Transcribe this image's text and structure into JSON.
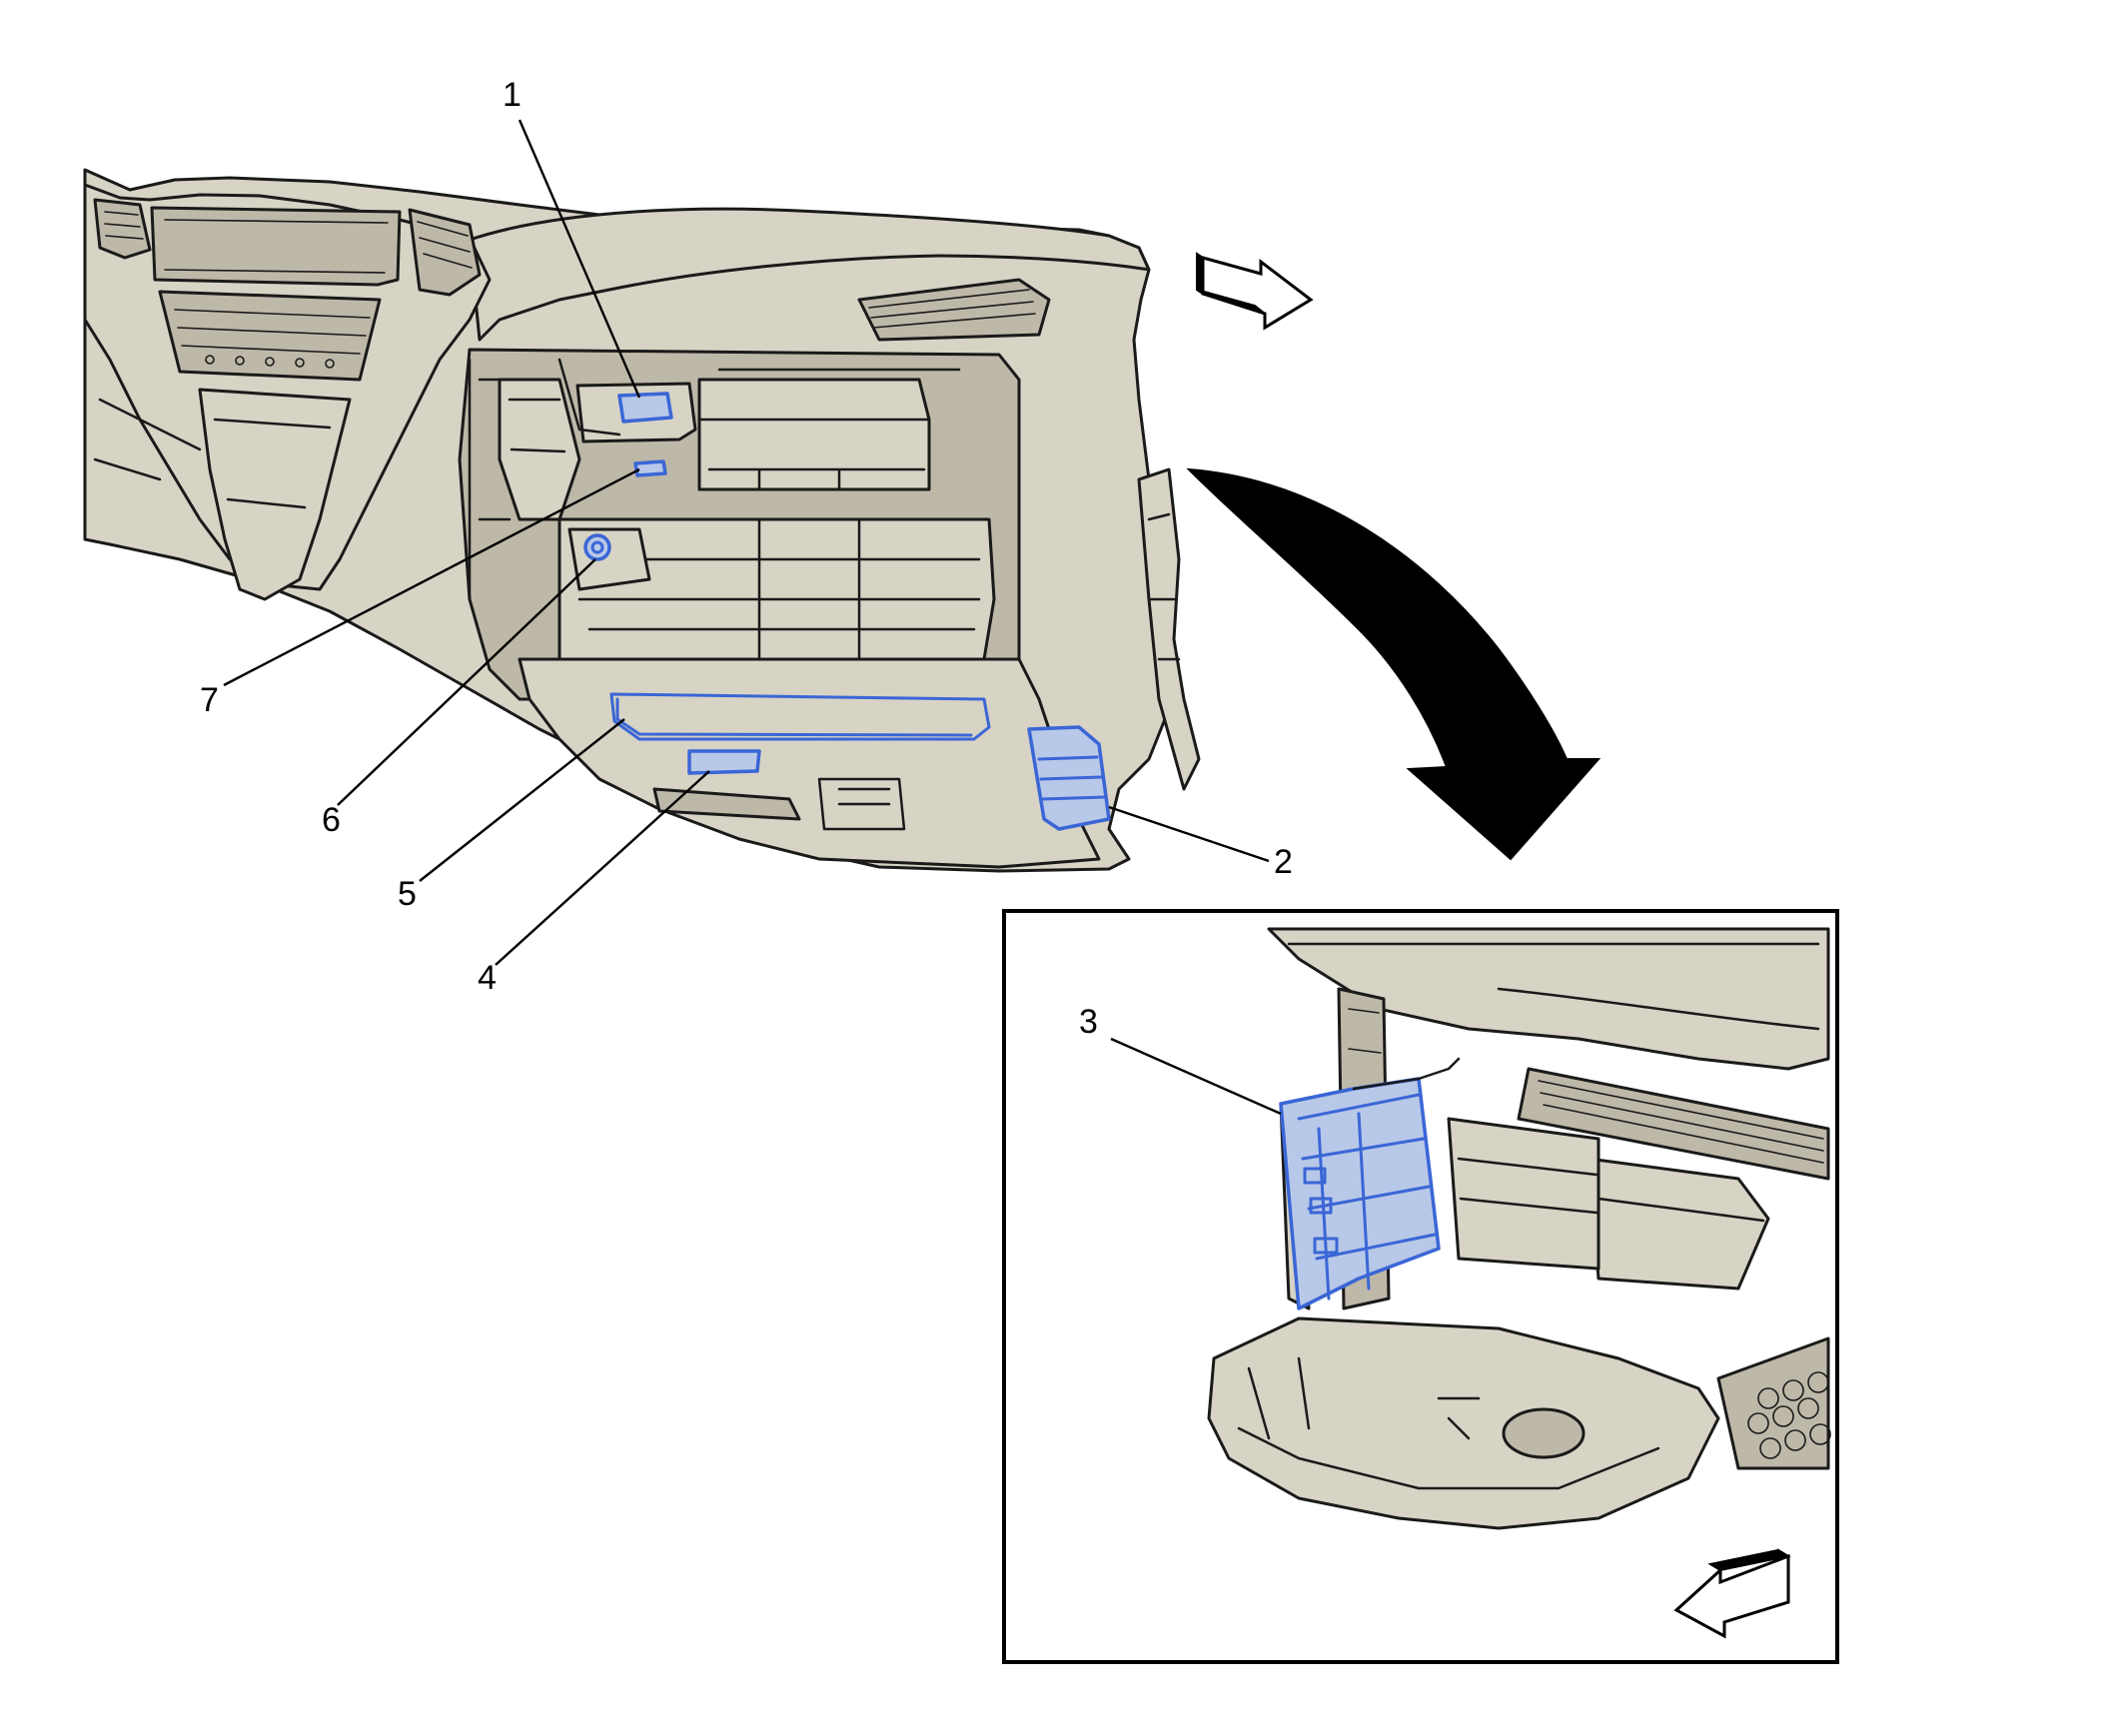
{
  "callouts": [
    {
      "id": "1",
      "label": "1"
    },
    {
      "id": "2",
      "label": "2"
    },
    {
      "id": "3",
      "label": "3"
    },
    {
      "id": "4",
      "label": "4"
    },
    {
      "id": "5",
      "label": "5"
    },
    {
      "id": "6",
      "label": "6"
    },
    {
      "id": "7",
      "label": "7"
    }
  ],
  "colors": {
    "component_fill": "#d7d3c5",
    "highlight_fill": "#b8c8e8",
    "highlight_stroke": "#3a66d6",
    "outline": "#1a1a1a",
    "background": "#ffffff"
  },
  "icons": {
    "forward_arrow": "hollow-arrow-right-icon",
    "motion_arrow": "curved-arrow-down-icon",
    "back_arrow": "hollow-arrow-left-icon"
  }
}
